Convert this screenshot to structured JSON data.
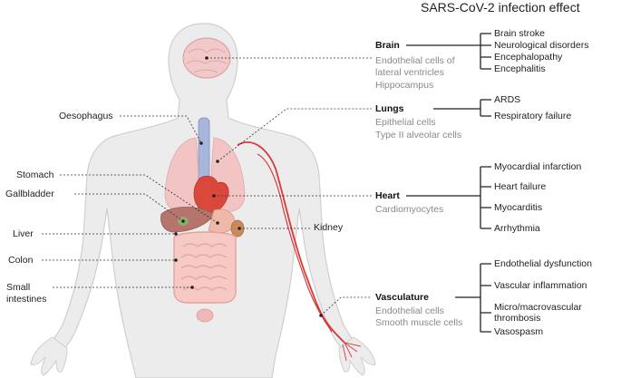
{
  "title": "SARS-CoV-2 infection effect",
  "organs_left": {
    "oesophagus": "Oesophagus",
    "stomach": "Stomach",
    "gallbladder": "Gallbladder",
    "liver": "Liver",
    "colon": "Colon",
    "small_intestines_1": "Small",
    "small_intestines_2": "intestines",
    "kidney": "Kidney"
  },
  "systems": {
    "brain": {
      "name": "Brain",
      "cells": [
        "Endothelial cells of",
        "lateral ventricles",
        "Hippocampus"
      ],
      "effects": [
        "Brain stroke",
        "Neurological disorders",
        "Encephalopathy",
        "Encephalitis"
      ]
    },
    "lungs": {
      "name": "Lungs",
      "cells": [
        "Epithelial cells",
        "Type II alveolar cells"
      ],
      "effects": [
        "ARDS",
        "Respiratory failure"
      ]
    },
    "heart": {
      "name": "Heart",
      "cells": [
        "Cardiomyocytes"
      ],
      "effects": [
        "Myocardial infarction",
        "Heart failure",
        "Myocarditis",
        "Arrhythmia"
      ]
    },
    "vasculature": {
      "name": "Vasculature",
      "cells": [
        "Endothelial cells",
        "Smooth muscle cells"
      ],
      "effects": [
        "Endothelial dysfunction",
        "Vascular inflammation",
        "Micro/macrovascular",
        "thrombosis",
        "Vasospasm"
      ]
    }
  },
  "colors": {
    "body_fill": "#ececec",
    "body_stroke": "#cfcfcf",
    "organ_pink": "#f2c4c4",
    "vessel_red": "#d93a3a",
    "cell_grey": "#8a8a8a"
  }
}
